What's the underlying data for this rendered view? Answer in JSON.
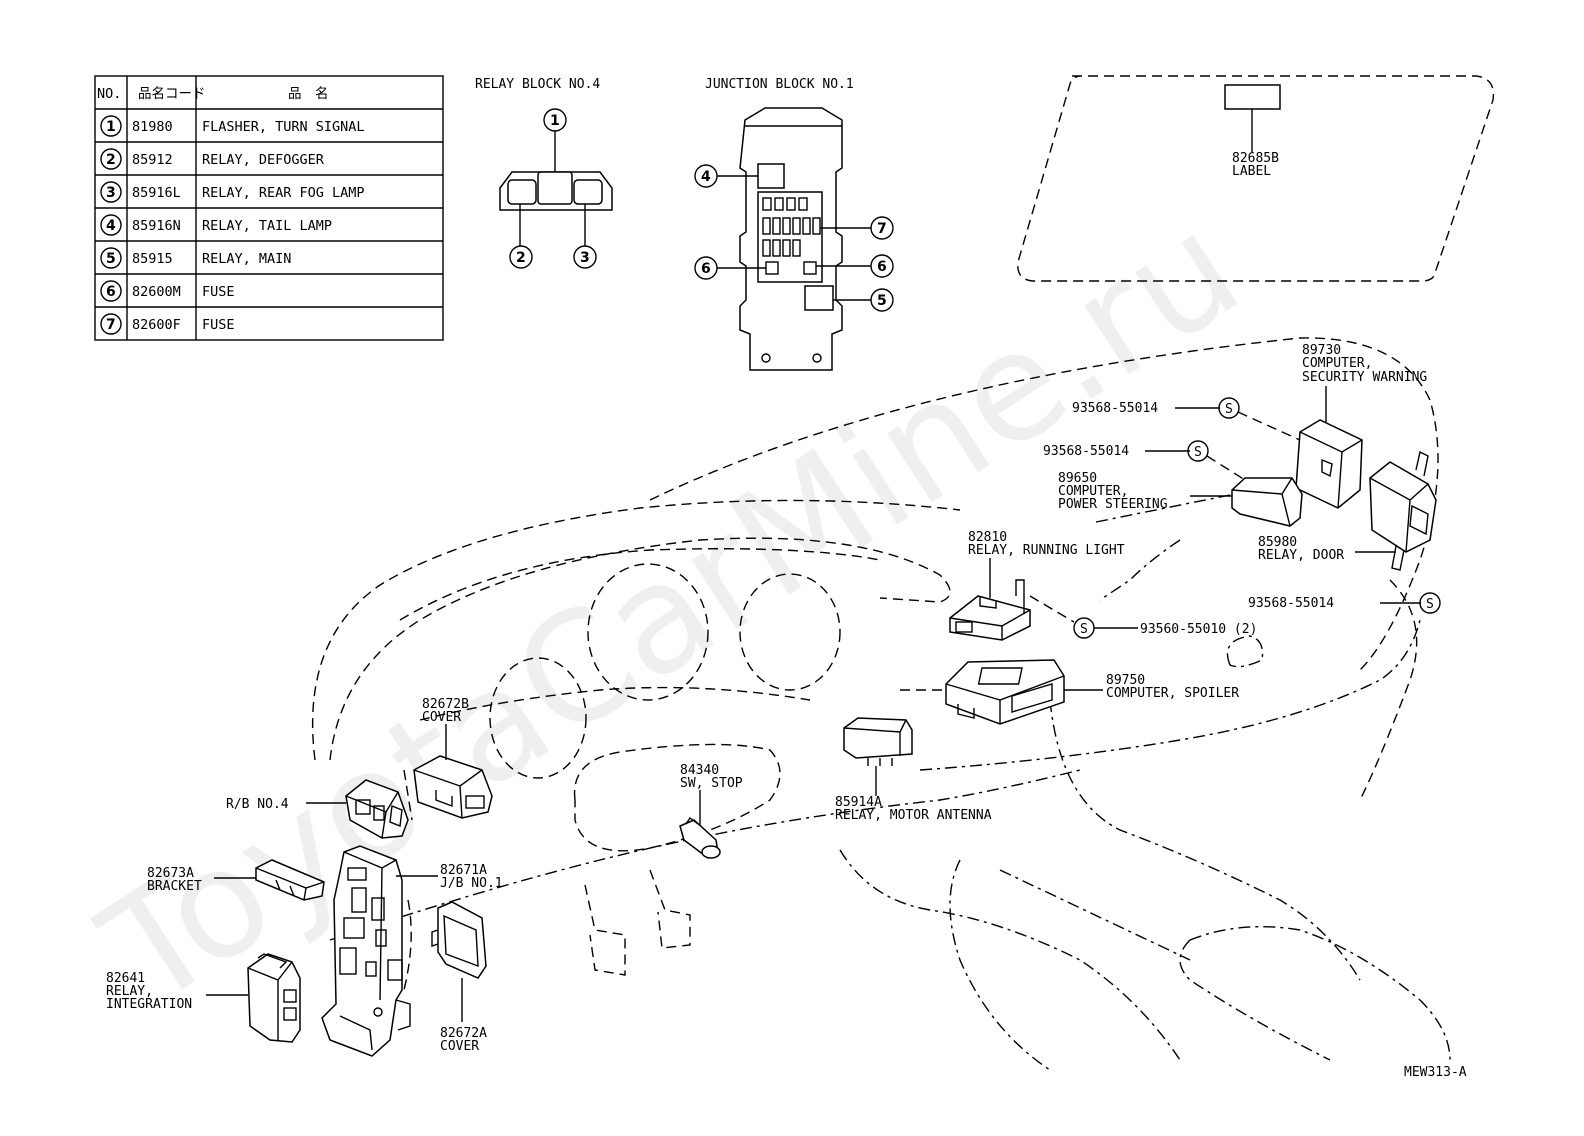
{
  "table": {
    "headers": [
      "NO.",
      "品名コード",
      "品　名"
    ],
    "rows": [
      {
        "no": "1",
        "code": "81980",
        "name": "FLASHER, TURN SIGNAL"
      },
      {
        "no": "2",
        "code": "85912",
        "name": "RELAY, DEFOGGER"
      },
      {
        "no": "3",
        "code": "85916L",
        "name": "RELAY, REAR FOG LAMP"
      },
      {
        "no": "4",
        "code": "85916N",
        "name": "RELAY, TAIL LAMP"
      },
      {
        "no": "5",
        "code": "85915",
        "name": "RELAY, MAIN"
      },
      {
        "no": "6",
        "code": "82600M",
        "name": "FUSE"
      },
      {
        "no": "7",
        "code": "82600F",
        "name": "FUSE"
      }
    ]
  },
  "insets": {
    "relay_block_title": "RELAY BLOCK NO.4",
    "junction_block_title": "JUNCTION BLOCK NO.1"
  },
  "callouts": {
    "label_code": "82685B",
    "label_name": "LABEL",
    "security_code": "89730",
    "security_name1": "COMPUTER,",
    "security_name2": "SECURITY WARNING",
    "bolt1": "93568-55014",
    "bolt2": "93568-55014",
    "ps_code": "89650",
    "ps_name1": "COMPUTER,",
    "ps_name2": "POWER STEERING",
    "door_code": "85980",
    "door_name": "RELAY, DOOR",
    "running_code": "82810",
    "running_name": "RELAY, RUNNING LIGHT",
    "bolt3": "93568-55014",
    "bolt4": "93560-55010 (2)",
    "spoiler_code": "89750",
    "spoiler_name": "COMPUTER, SPOILER",
    "cover_b_code": "82672B",
    "cover_b_name": "COVER",
    "rb4": "R/B NO.4",
    "stop_code": "84340",
    "stop_name": "SW, STOP",
    "antenna_code": "85914A",
    "antenna_name": "RELAY, MOTOR ANTENNA",
    "bracket_code": "82673A",
    "bracket_name": "BRACKET",
    "jb_code": "82671A",
    "jb_name": "J/B NO.1",
    "integration_code": "82641",
    "integration_name1": "RELAY,",
    "integration_name2": "INTEGRATION",
    "cover_a_code": "82672A",
    "cover_a_name": "COVER",
    "s_mark": "S"
  },
  "figure_id": "MEW313-A",
  "watermark": "ToyotaCarMine.ru"
}
